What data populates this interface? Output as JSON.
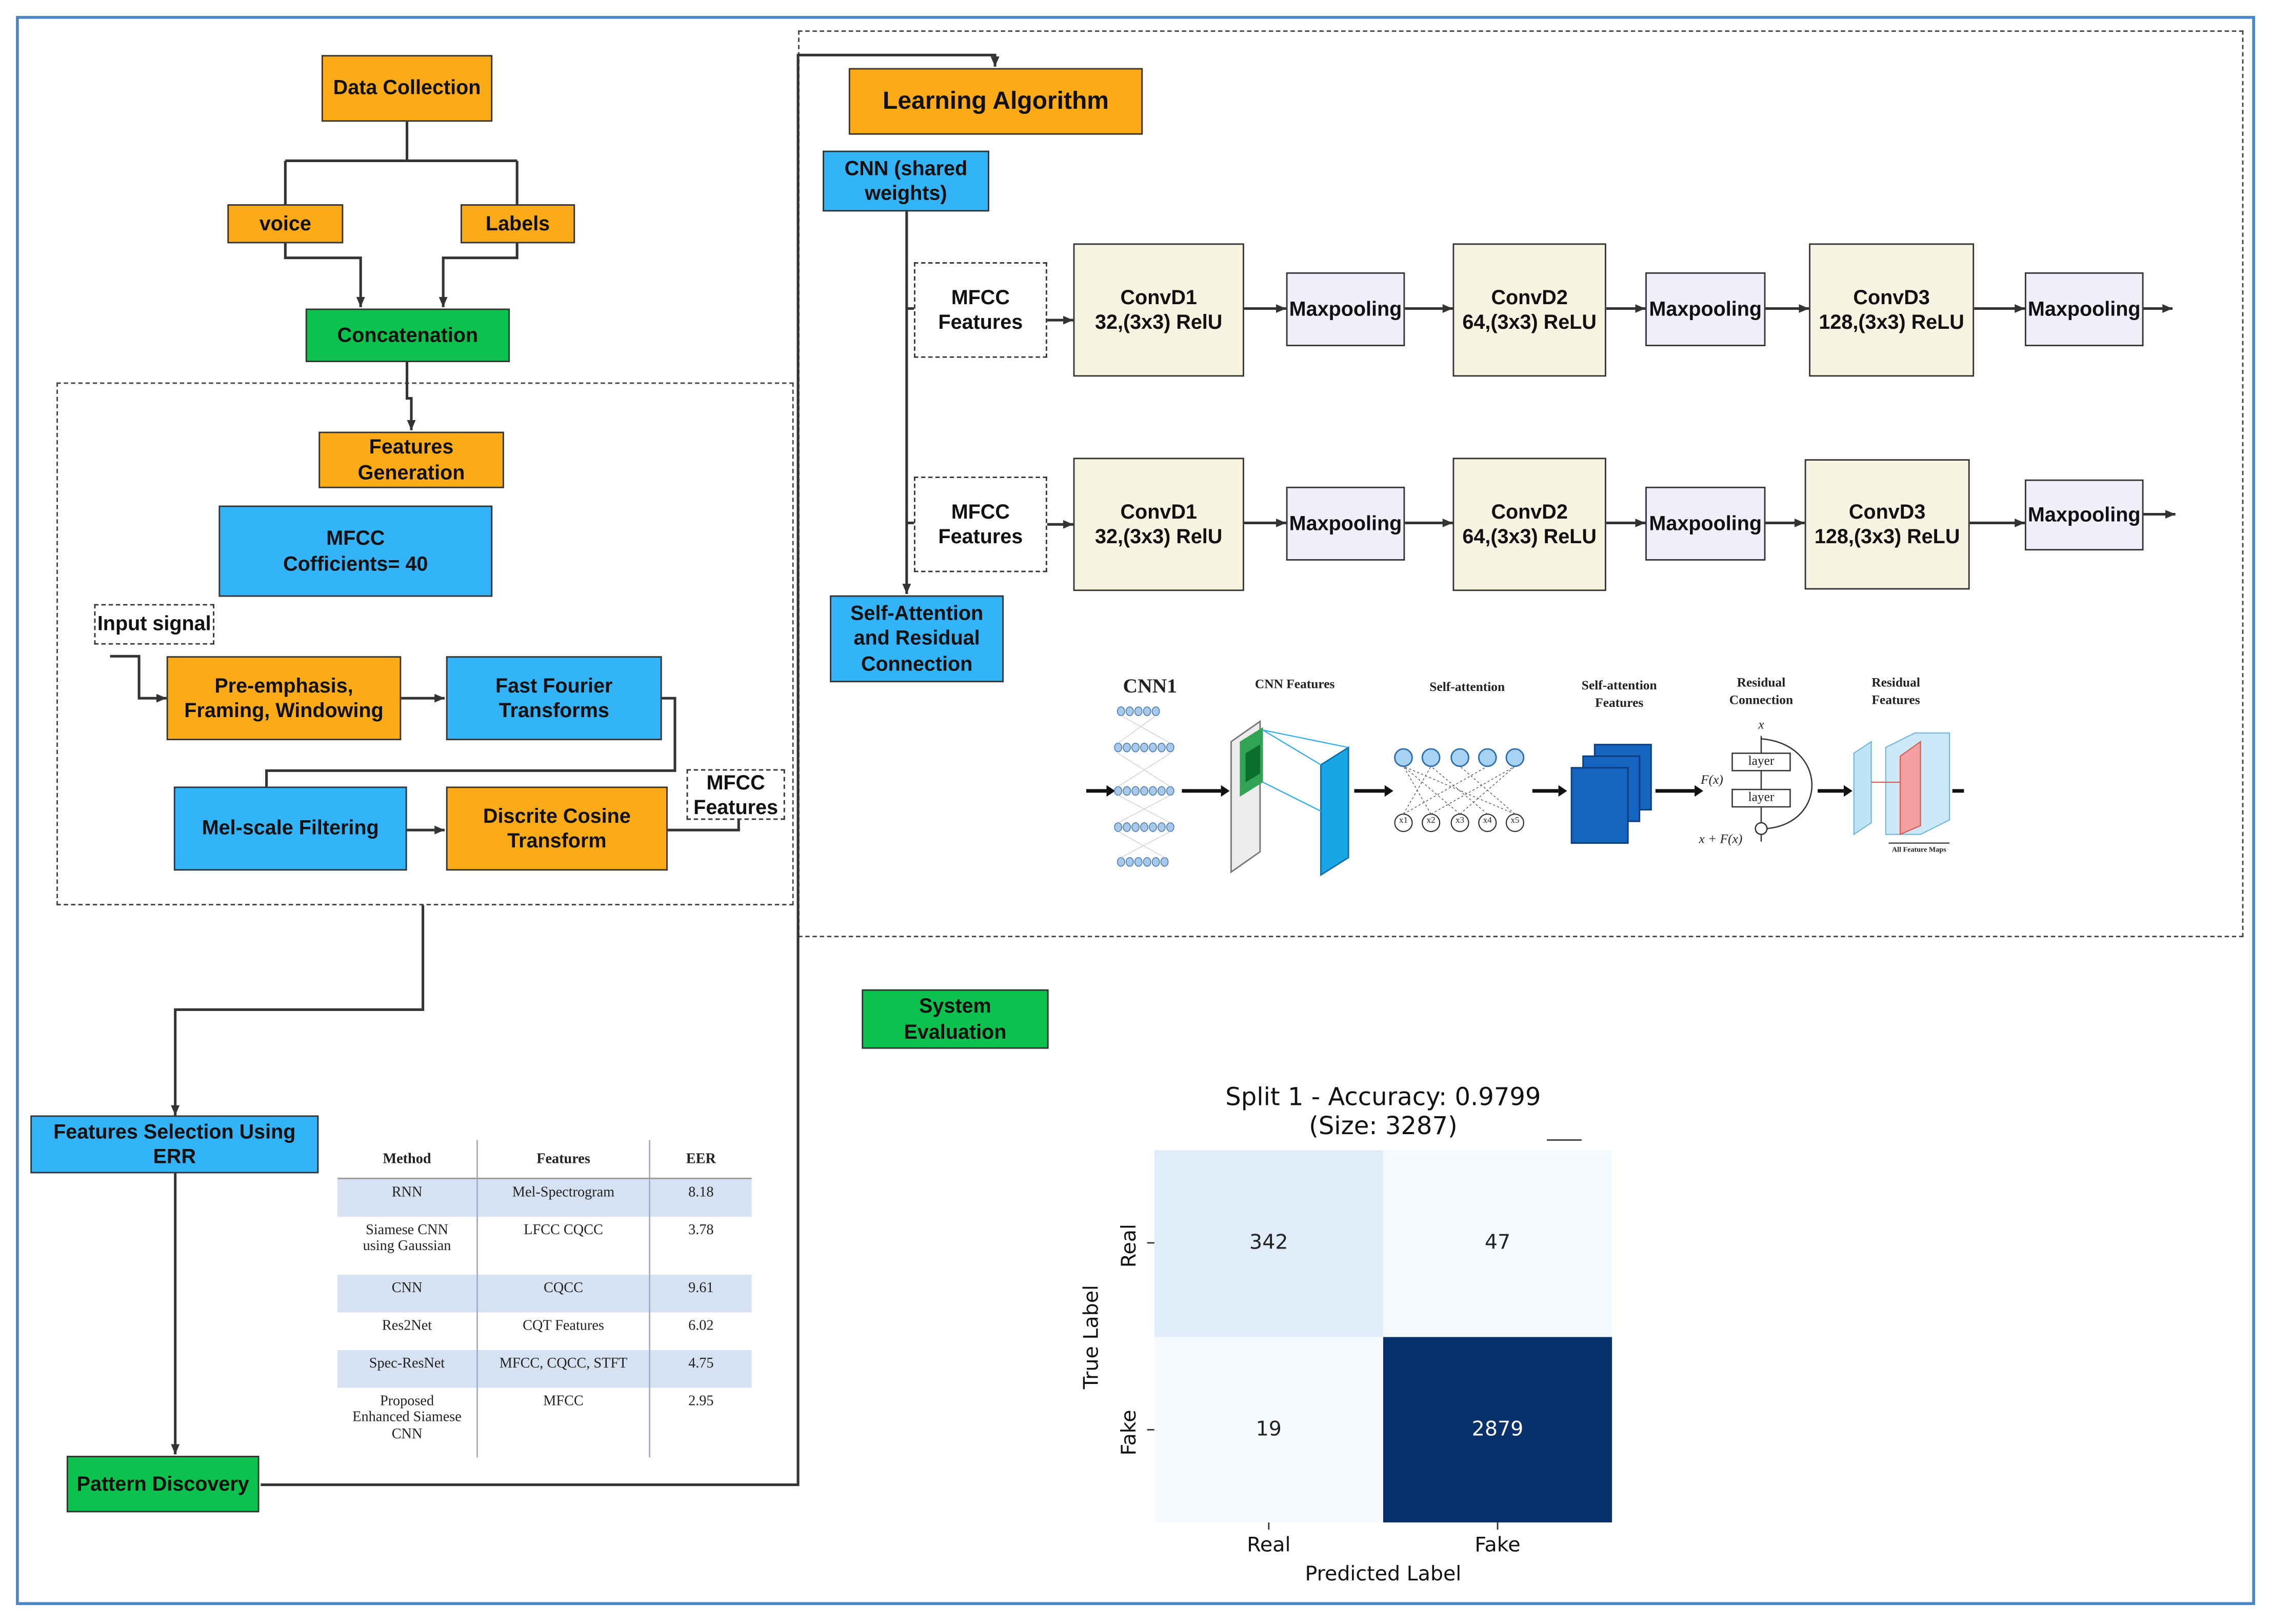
{
  "pipeline": {
    "data_collection": "Data Collection",
    "voice": "voice",
    "labels": "Labels",
    "concatenation": "Concatenation",
    "features_generation": "Features\nGeneration",
    "mfcc_coefficients": "MFCC\nCofficients= 40",
    "input_signal": "Input signal",
    "pre_emphasis": "Pre-emphasis,\nFraming, Windowing",
    "fft": "Fast Fourier\nTransforms",
    "mel_filter": "Mel-scale Filtering",
    "dct": "Discrite Cosine\nTransform",
    "mfcc_features_out": "MFCC\nFeatures",
    "features_selection": "Features Selection Using\nERR",
    "pattern_discovery": "Pattern Discovery"
  },
  "learning": {
    "title": "Learning Algorithm",
    "cnn_shared": "CNN (shared\nweights)",
    "self_attention": "Self-Attention\nand Residual\nConnection",
    "rows": [
      {
        "input": "MFCC\nFeatures",
        "conv1": "ConvD1\n32,(3x3) RelU",
        "pool1": "Maxpooling",
        "conv2": "ConvD2\n64,(3x3) ReLU",
        "pool2": "Maxpooling",
        "conv3": "ConvD3\n128,(3x3) ReLU",
        "pool3": "Maxpooling"
      },
      {
        "input": "MFCC\nFeatures",
        "conv1": "ConvD1\n32,(3x3) RelU",
        "pool1": "Maxpooling",
        "conv2": "ConvD2\n64,(3x3) ReLU",
        "pool2": "Maxpooling",
        "conv3": "ConvD3\n128,(3x3) ReLU",
        "pool3": "Maxpooling"
      }
    ],
    "arch": {
      "cnn1": "CNN1",
      "cnn_features": "CNN Features",
      "self_attention": "Self-attention",
      "sa_features": "Self-attention\nFeatures",
      "residual": "Residual\nConnection",
      "residual_features": "Residual\nFeatures",
      "layer": "layer",
      "fx": "F(x)",
      "x": "x",
      "xfx": "x + F(x)",
      "all_maps": "All Feature Maps",
      "nodes": [
        "x1",
        "x2",
        "x3",
        "x4",
        "x5"
      ]
    }
  },
  "evaluation": {
    "label": "System\nEvaluation"
  },
  "table": {
    "headers": [
      "Method",
      "Features",
      "EER"
    ],
    "rows": [
      {
        "method": "RNN",
        "features": "Mel-Spectrogram",
        "eer": "8.18"
      },
      {
        "method": "Siamese CNN\nusing Gaussian",
        "features": "LFCC CQCC",
        "eer": "3.78"
      },
      {
        "method": "CNN",
        "features": "CQCC",
        "eer": "9.61"
      },
      {
        "method": "Res2Net",
        "features": "CQT Features",
        "eer": "6.02"
      },
      {
        "method": "Spec-ResNet",
        "features": "MFCC, CQCC, STFT",
        "eer": "4.75"
      },
      {
        "method": "Proposed\nEnhanced Siamese\nCNN",
        "features": "MFCC",
        "eer": "2.95"
      }
    ]
  },
  "chart_data": {
    "type": "heatmap",
    "title": "Split 1 - Accuracy: 0.9799\n(Size: 3287)",
    "xlabel": "Predicted Label",
    "ylabel": "True Label",
    "x_categories": [
      "Real",
      "Fake"
    ],
    "y_categories": [
      "Real",
      "Fake"
    ],
    "values": [
      [
        342,
        47
      ],
      [
        19,
        2879
      ]
    ],
    "colormap": [
      "#f7fbff",
      "#08306b"
    ]
  }
}
